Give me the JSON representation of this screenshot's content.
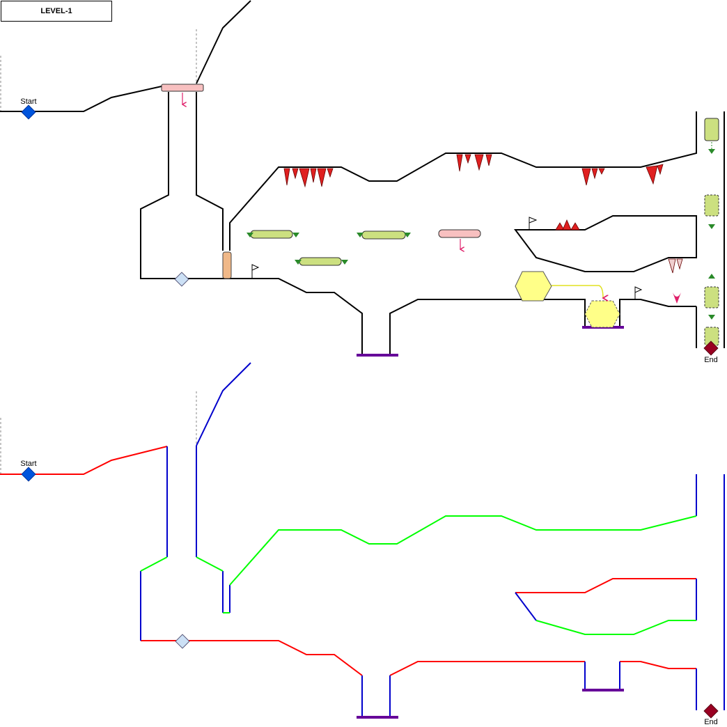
{
  "title": "LEVEL-1",
  "labels": {
    "start_top": "Start",
    "end_top": "End",
    "start_bottom": "Start",
    "end_bottom": "End"
  },
  "colors": {
    "terrain": "#000000",
    "floor": "#ff0000",
    "ceiling": "#00ff00",
    "wall": "#0000cc",
    "pit_bottom": "#660099",
    "start_marker": "#0055dd",
    "end_marker": "#990022",
    "checkpoint": "#cce0f5",
    "spike": "#e02020",
    "green_platform": "#cce080",
    "pink_platform": "#f8c0c0",
    "hex_block": "#ffff88",
    "door": "#f0b888",
    "arrow_pink": "#e0206a",
    "arrow_green": "#2a8a2a"
  },
  "icons": [
    "start-diamond-icon",
    "end-diamond-icon",
    "checkpoint-diamond-icon",
    "flag-icon",
    "spike-icon",
    "hexagon-icon",
    "arrow-down-icon",
    "arrow-up-icon"
  ]
}
